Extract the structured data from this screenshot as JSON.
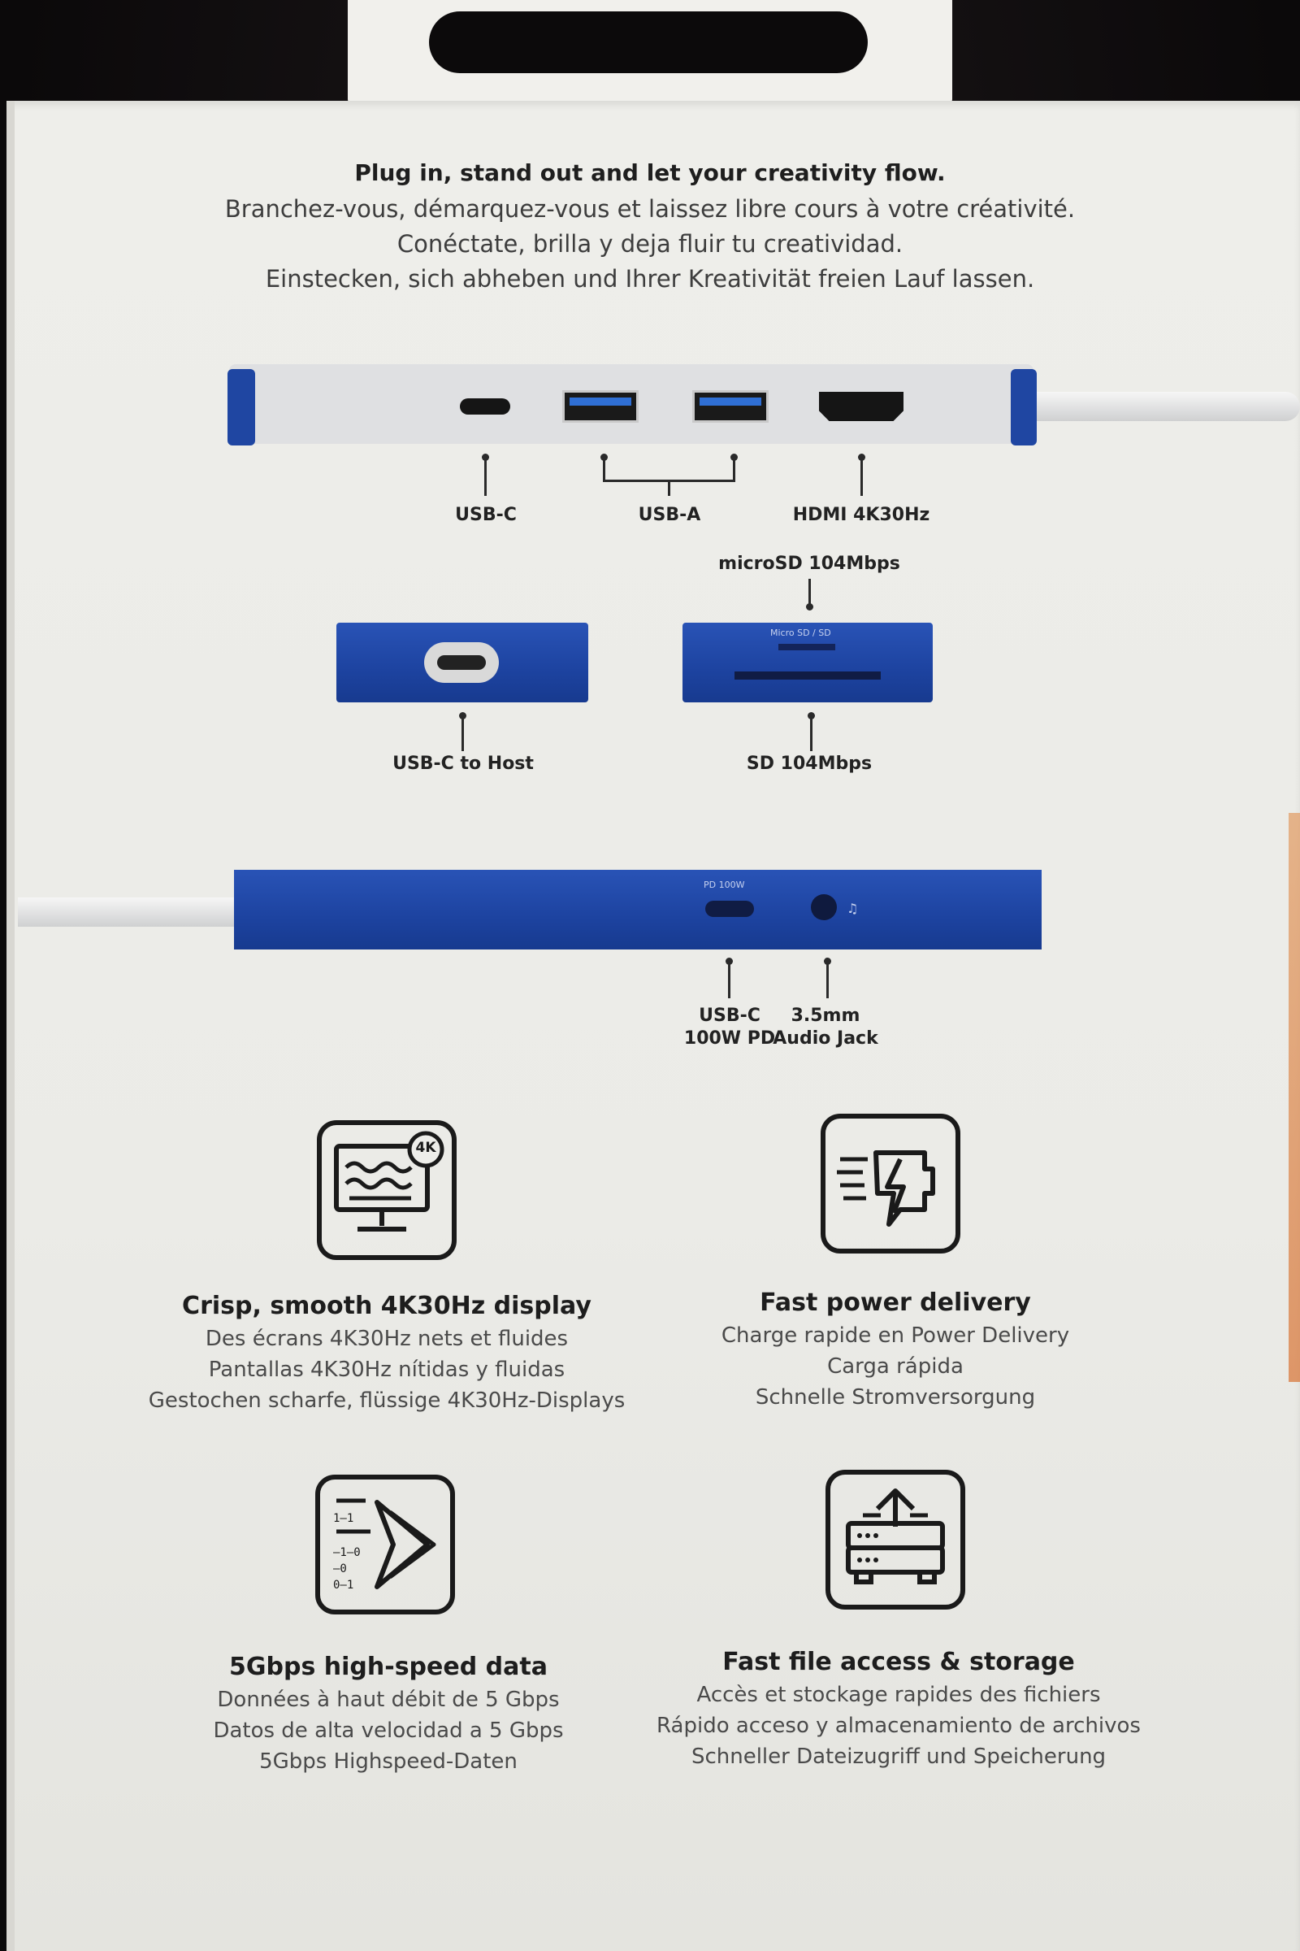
{
  "headline": {
    "en": "Plug in, stand out and let your creativity flow.",
    "fr": "Branchez-vous, démarquez-vous et laissez libre cours à votre créativité.",
    "es": "Conéctate, brilla y deja fluir tu creatividad.",
    "de": "Einstecken, sich abheben und Ihrer Kreativität freien Lauf lassen."
  },
  "ports_top": {
    "usbc": "USB-C",
    "usba": "USB-A",
    "hdmi": "HDMI 4K30Hz"
  },
  "ports_side": {
    "microsd": "microSD 104Mbps",
    "microsd_print": "Micro SD / SD",
    "host": "USB-C to Host",
    "sd": "SD 104Mbps"
  },
  "ports_bottom": {
    "pd_print": "PD 100W",
    "usbc_pd_line1": "USB-C",
    "usbc_pd_line2": "100W PD",
    "audio_line1": "3.5mm",
    "audio_line2": "Audio Jack"
  },
  "features": [
    {
      "icon": "monitor-4k-icon",
      "title": "Crisp, smooth 4K30Hz display",
      "lines": [
        "Des écrans 4K30Hz nets et fluides",
        "Pantallas 4K30Hz nítidas y fluidas",
        "Gestochen scharfe, flüssige 4K30Hz-Displays"
      ]
    },
    {
      "icon": "fast-charge-icon",
      "title": "Fast power delivery",
      "lines": [
        "Charge rapide en Power Delivery",
        "Carga rápida",
        "Schnelle Stromversorgung"
      ]
    },
    {
      "icon": "data-transfer-icon",
      "title": "5Gbps high-speed data",
      "lines": [
        "Données à haut débit de 5 Gbps",
        "Datos de alta velocidad a 5 Gbps",
        "5Gbps Highspeed-Daten"
      ]
    },
    {
      "icon": "storage-upload-icon",
      "title": "Fast file access & storage",
      "lines": [
        "Accès et stockage rapides des fichiers",
        "Rápido acceso y almacenamiento de archivos",
        "Schneller Dateizugriff und Speicherung"
      ]
    }
  ],
  "icon_badge": "4K",
  "colors": {
    "hub_blue": "#1f46a2",
    "packaging": "#ecece8",
    "background": "#0d0b0c"
  }
}
